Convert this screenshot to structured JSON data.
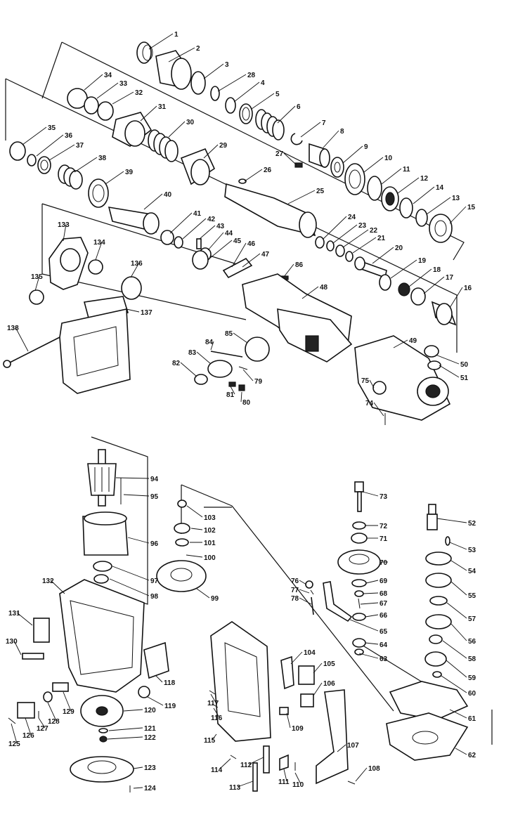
{
  "part_numbers": {
    "p1": "1",
    "p2": "2",
    "p3": "3",
    "p4": "4",
    "p5": "5",
    "p6": "6",
    "p7": "7",
    "p8": "8",
    "p9": "9",
    "p10": "10",
    "p11": "11",
    "p12": "12",
    "p13": "13",
    "p14": "14",
    "p15": "15",
    "p16": "16",
    "p17": "17",
    "p18": "18",
    "p19": "19",
    "p20": "20",
    "p21": "21",
    "p22": "22",
    "p23": "23",
    "p24": "24",
    "p25": "25",
    "p26": "26",
    "p27": "27",
    "p28": "28",
    "p29": "29",
    "p30": "30",
    "p31": "31",
    "p32": "32",
    "p33": "33",
    "p34": "34",
    "p35": "35",
    "p36": "36",
    "p37": "37",
    "p38": "38",
    "p39": "39",
    "p40": "40",
    "p41": "41",
    "p42": "42",
    "p43": "43",
    "p44": "44",
    "p45": "45",
    "p46": "46",
    "p47": "47",
    "p48": "48",
    "p49": "49",
    "p50": "50",
    "p51": "51",
    "p52": "52",
    "p53": "53",
    "p54": "54",
    "p55": "55",
    "p56": "56",
    "p57": "57",
    "p58": "58",
    "p59": "59",
    "p60": "60",
    "p61": "61",
    "p62": "62",
    "p63": "63",
    "p64": "64",
    "p65": "65",
    "p66": "66",
    "p67": "67",
    "p68": "68",
    "p69": "69",
    "p70": "70",
    "p71": "71",
    "p72": "72",
    "p73": "73",
    "p74": "74",
    "p75": "75",
    "p76": "76",
    "p77": "77",
    "p78": "78",
    "p79": "79",
    "p80": "80",
    "p81": "81",
    "p82": "82",
    "p83": "83",
    "p84": "84",
    "p85": "85",
    "p86": "86",
    "p94": "94",
    "p95": "95",
    "p96": "96",
    "p97": "97",
    "p98": "98",
    "p99": "99",
    "p100": "100",
    "p101": "101",
    "p102": "102",
    "p103": "103",
    "p104": "104",
    "p105": "105",
    "p106": "106",
    "p107": "107",
    "p108": "108",
    "p109": "109",
    "p110": "110",
    "p111": "111",
    "p112": "112",
    "p113": "113",
    "p114": "114",
    "p115": "115",
    "p116": "116",
    "p117": "117",
    "p118": "118",
    "p119": "119",
    "p120": "120",
    "p121": "121",
    "p122": "122",
    "p123": "123",
    "p124": "124",
    "p125": "125",
    "p126": "126",
    "p127": "127",
    "p128": "128",
    "p129": "129",
    "p130": "130",
    "p131": "131",
    "p132": "132",
    "p133": "133",
    "p134": "134",
    "p135": "135",
    "p136": "136",
    "p137": "137",
    "p138": "138"
  }
}
